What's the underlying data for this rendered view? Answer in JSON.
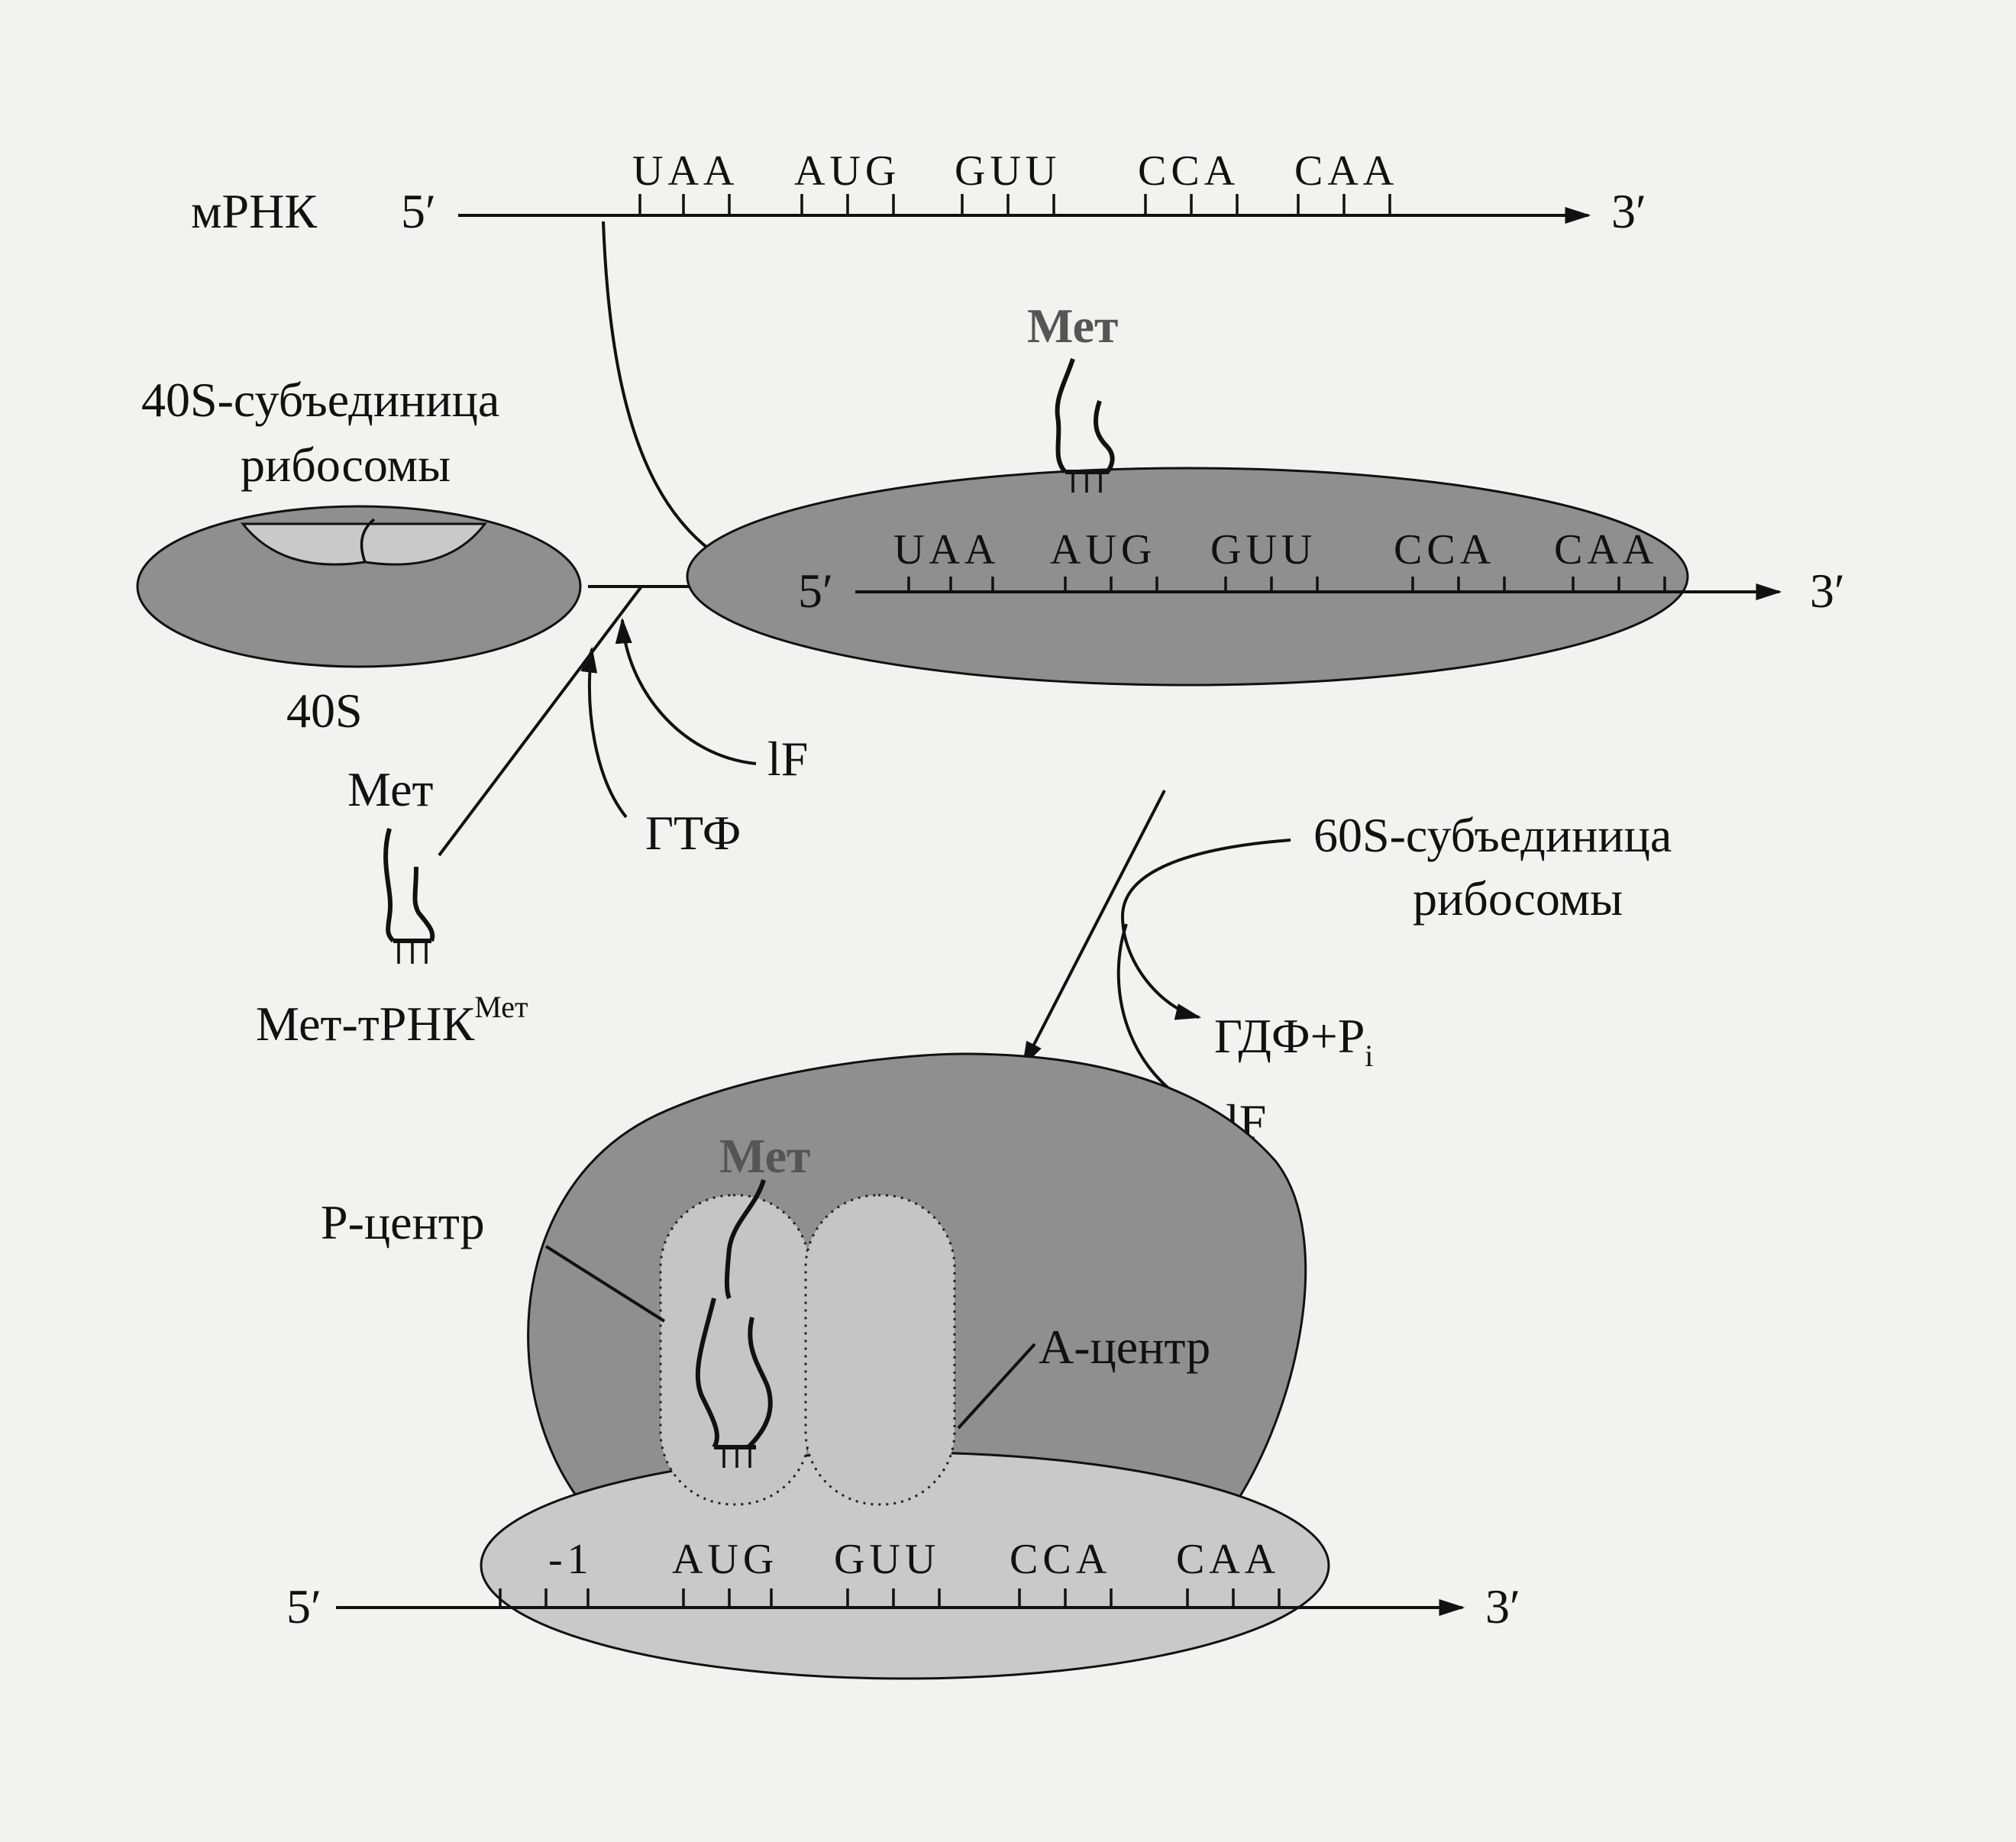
{
  "top": {
    "mrna": "мРНК",
    "five": "5′",
    "three": "3′",
    "codons": [
      "UAA",
      "AUG",
      "GUU",
      "CCA",
      "CAA"
    ]
  },
  "subunit40": {
    "title_line1": "40S-субъединица",
    "title_line2": "рибосомы",
    "label": "40S"
  },
  "initiator": {
    "met": "Мет",
    "trna_base": "Мет-тРНК",
    "trna_sup": "Мет"
  },
  "factors": {
    "if": "lF",
    "gtp": "ГТФ"
  },
  "complex": {
    "met": "Мет",
    "five": "5′",
    "three": "3′",
    "codons": [
      "UAA",
      "AUG",
      "GUU",
      "CCA",
      "CAA"
    ]
  },
  "subunit60": {
    "title_line1": "60S-субъединица",
    "title_line2": "рибосомы",
    "products_base": "ГДФ+P",
    "products_sub": "i",
    "if": "lF"
  },
  "ribosome": {
    "met": "Мет",
    "p_site": "P-центр",
    "a_site": "А-центр",
    "five": "5′",
    "three": "3′",
    "minus_one": "-1",
    "codons": [
      "AUG",
      "GUU",
      "CCA",
      "CAA"
    ]
  },
  "colors": {
    "subunit_dark": "#8f8f8f",
    "subunit_light": "#c9c9c9",
    "ink": "#111111",
    "paper": "#f2f2f0"
  }
}
